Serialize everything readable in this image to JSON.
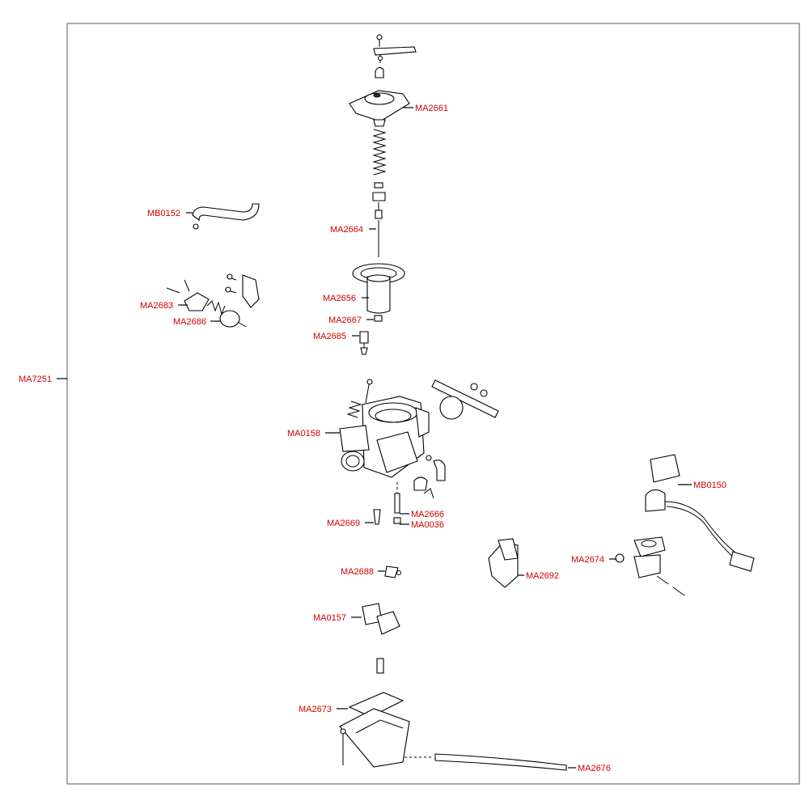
{
  "colors": {
    "label": "#d40000",
    "line": "#000000",
    "frame": "#555555",
    "background": "#ffffff"
  },
  "assembly": {
    "code": "MA7251"
  },
  "callouts": [
    {
      "id": "ma2661",
      "code": "MA2661"
    },
    {
      "id": "mb0152",
      "code": "MB0152"
    },
    {
      "id": "ma2664",
      "code": "MA2664"
    },
    {
      "id": "ma2683",
      "code": "MA2683"
    },
    {
      "id": "ma2686",
      "code": "MA2686"
    },
    {
      "id": "ma2656",
      "code": "MA2656"
    },
    {
      "id": "ma2667",
      "code": "MA2667"
    },
    {
      "id": "ma2685",
      "code": "MA2685"
    },
    {
      "id": "ma0158",
      "code": "MA0158"
    },
    {
      "id": "mb0150",
      "code": "MB0150"
    },
    {
      "id": "ma2666",
      "code": "MA2666"
    },
    {
      "id": "ma2669",
      "code": "MA2669"
    },
    {
      "id": "ma0036",
      "code": "MA0036"
    },
    {
      "id": "ma2674",
      "code": "MA2674"
    },
    {
      "id": "ma2688",
      "code": "MA2688"
    },
    {
      "id": "ma2692",
      "code": "MA2692"
    },
    {
      "id": "ma0157",
      "code": "MA0157"
    },
    {
      "id": "ma2673",
      "code": "MA2673"
    },
    {
      "id": "ma2676",
      "code": "MA2676"
    }
  ]
}
